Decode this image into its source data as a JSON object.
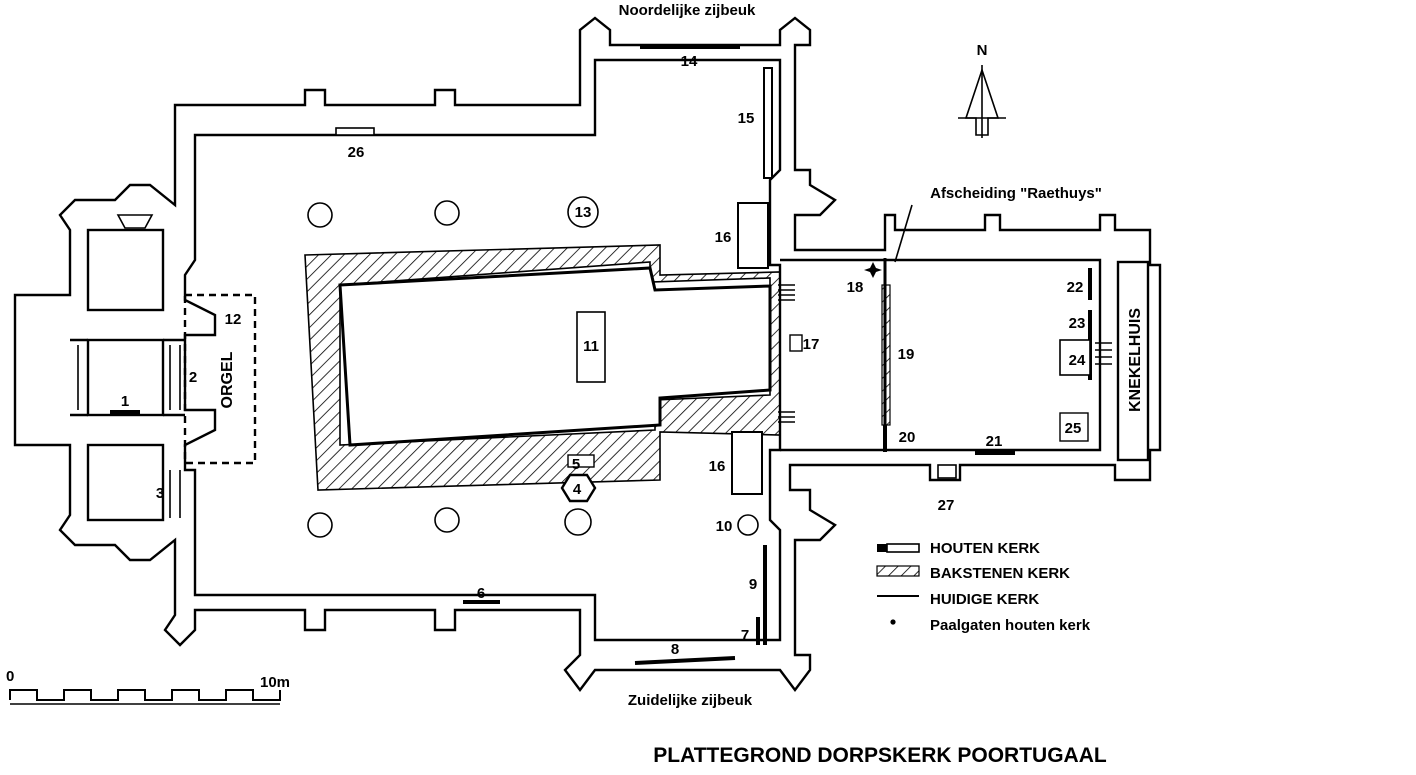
{
  "title": "PLATTEGROND DORPSKERK POORTUGAAL",
  "north": "N",
  "labels": {
    "north_aisle": "Noordelijke zijbeuk",
    "south_aisle": "Zuidelijke zijbeuk",
    "partition": "Afscheiding \"Raethuys\"",
    "organ": "ORGEL",
    "ossuary": "KNEKELHUIS"
  },
  "numbers": [
    "1",
    "2",
    "3",
    "4",
    "5",
    "6",
    "7",
    "8",
    "9",
    "10",
    "11",
    "12",
    "13",
    "14",
    "15",
    "16",
    "16",
    "17",
    "18",
    "19",
    "20",
    "21",
    "22",
    "23",
    "24",
    "25",
    "26",
    "27"
  ],
  "legend": [
    {
      "key": "houten",
      "label": "HOUTEN KERK"
    },
    {
      "key": "baksteen",
      "label": "BAKSTENEN KERK"
    },
    {
      "key": "huidig",
      "label": "HUIDIGE KERK"
    },
    {
      "key": "paalgaten",
      "label": "Paalgaten houten kerk"
    }
  ],
  "scale": {
    "start": "0",
    "end": "10m"
  }
}
